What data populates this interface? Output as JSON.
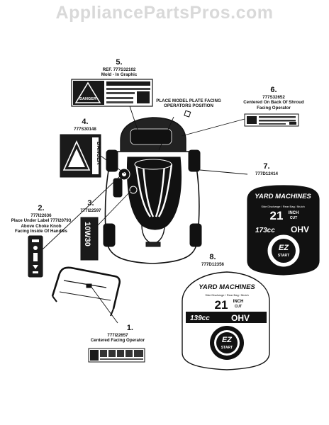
{
  "watermark": "AppliancePartsPros.com",
  "callouts": [
    {
      "number": "1.",
      "lines": [
        "777I22657",
        "Centered Facing Operator"
      ]
    },
    {
      "number": "2.",
      "lines": [
        "777I22636",
        "Place Under Label 777I20793",
        "Above Choke Knob",
        "Facing Inside Of Handles"
      ]
    },
    {
      "number": "3.",
      "lines": [
        "777I22597"
      ]
    },
    {
      "number": "4.",
      "lines": [
        "777S30148"
      ]
    },
    {
      "number": "5.",
      "lines": [
        "REF. 777S32102",
        "Mold - In Graphic"
      ]
    },
    {
      "number": "6.",
      "lines": [
        "777S32652",
        "Centered On Back Of Shroud",
        "Facing Operator"
      ]
    },
    {
      "number": "7.",
      "lines": [
        "777D12414"
      ]
    },
    {
      "number": "8.",
      "lines": [
        "777D12356"
      ]
    }
  ],
  "model_plate_note": [
    "PLACE MODEL PLATE FACING",
    "OPERATORS POSITION"
  ],
  "labels": {
    "danger_word": "DANGER",
    "oil_label": "10W30",
    "brand": "YARD MACHINES",
    "decal7": {
      "size": "21",
      "unit_top": "INCH",
      "unit_bottom": "CUT",
      "subtitle": "Side Discharge / Rear Bag / Mulch",
      "cc": "173cc",
      "engine": "OHV",
      "badge_top": "EZ",
      "badge_bottom": "START"
    },
    "decal8": {
      "size": "21",
      "unit_top": "INCH",
      "unit_bottom": "CUT",
      "subtitle": "Side Discharge / Rear Bag / Mulch",
      "cc": "139cc",
      "engine": "OHV",
      "badge_top": "EZ",
      "badge_bottom": "START"
    }
  }
}
